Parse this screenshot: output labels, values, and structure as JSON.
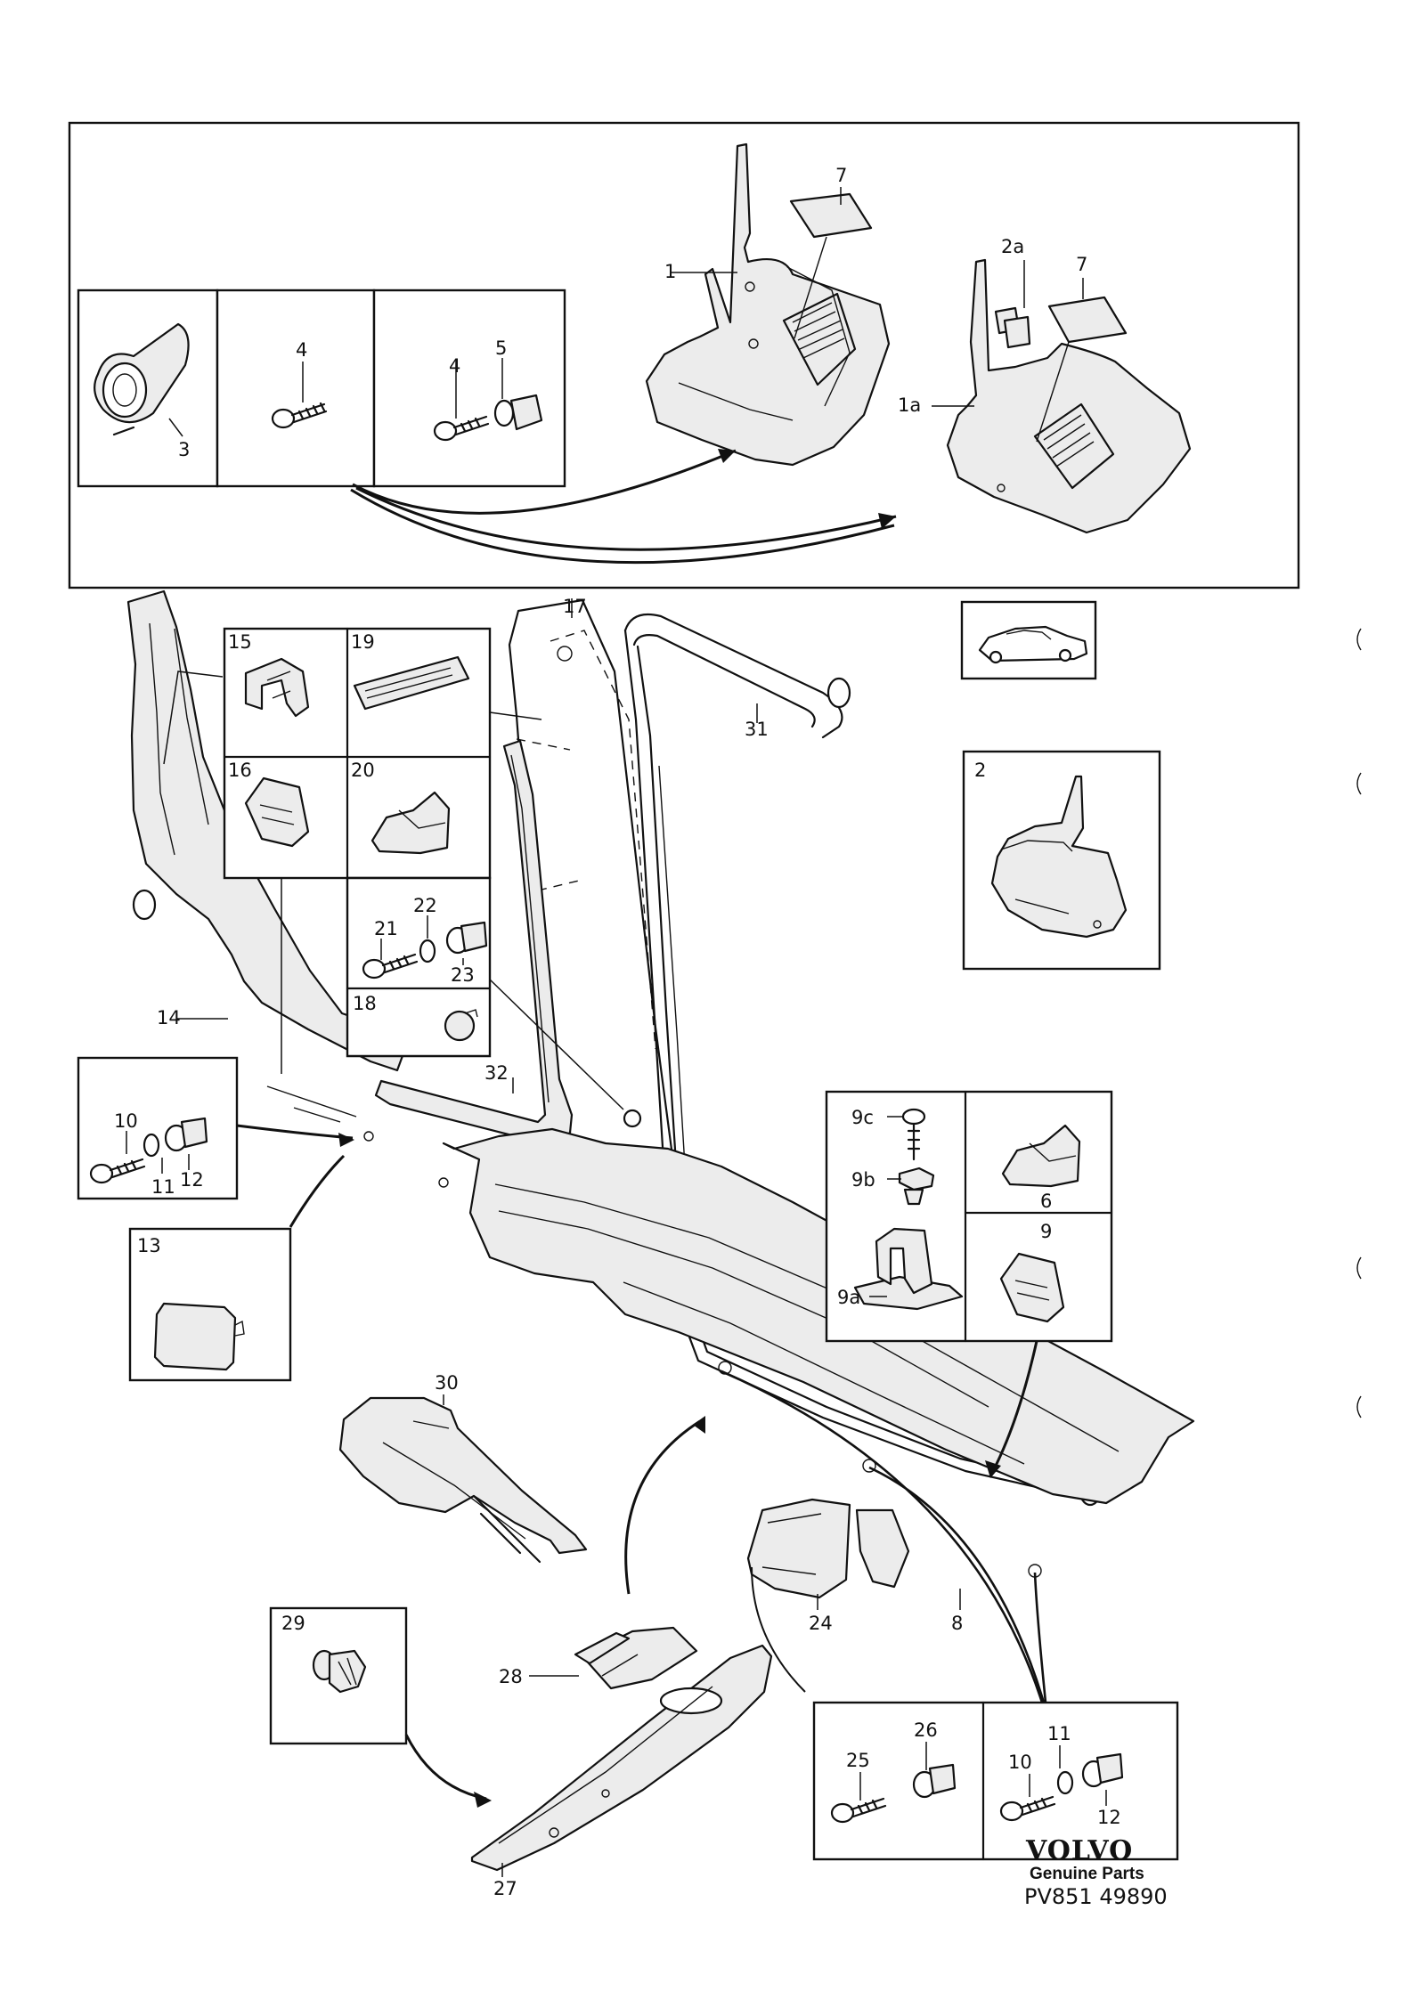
{
  "labels": {
    "p1": "1",
    "p1a": "1a",
    "p2": "2",
    "p2a": "2a",
    "p3": "3",
    "p4a": "4",
    "p4b": "4",
    "p5": "5",
    "p6": "6",
    "p7a": "7",
    "p7b": "7",
    "p8": "8",
    "p9": "9",
    "p9a": "9a",
    "p9b": "9b",
    "p9c": "9c",
    "p10a": "10",
    "p10b": "10",
    "p11a": "11",
    "p11b": "11",
    "p12a": "12",
    "p12b": "12",
    "p13": "13",
    "p14": "14",
    "p15": "15",
    "p16": "16",
    "p17": "17",
    "p18": "18",
    "p19": "19",
    "p20": "20",
    "p21": "21",
    "p22": "22",
    "p23": "23",
    "p24": "24",
    "p25": "25",
    "p26": "26",
    "p27": "27",
    "p28": "28",
    "p29": "29",
    "p30": "30",
    "p31": "31",
    "p32": "32"
  },
  "footer": {
    "brand": "VOLVO",
    "subtitle": "Genuine Parts",
    "code": "PV851 49890"
  },
  "icons": {
    "car": "sedan-icon",
    "bracket": "margin-bracket-icon"
  }
}
